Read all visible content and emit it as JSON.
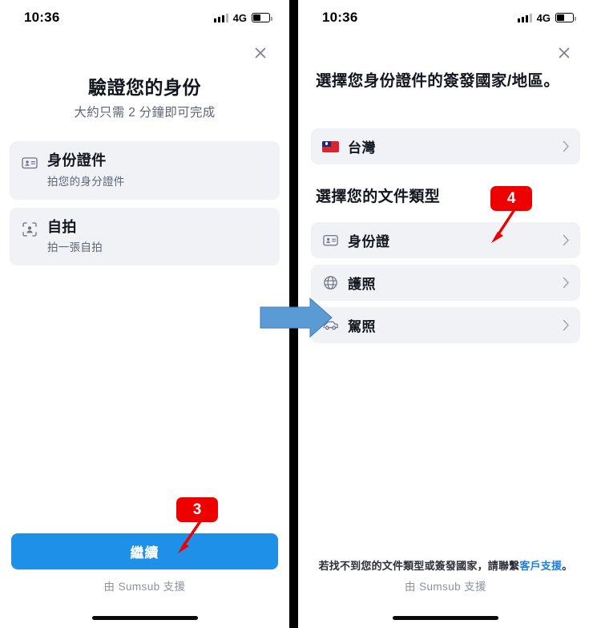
{
  "status_bar": {
    "time": "10:36",
    "network": "4G",
    "signal_icon": "signal-bars-icon",
    "battery_icon": "battery-icon",
    "battery_level_percent": 40
  },
  "colors": {
    "primary_blue": "#1e90e8",
    "link_blue": "#1e7fe0",
    "annotation_red": "#ef0000",
    "row_background": "#f1f2f5",
    "text_dark": "#12161f",
    "text_muted": "#5d6675",
    "arrow_blue": "#5b9bd5"
  },
  "left_screen": {
    "close_icon": "close-icon",
    "title": "驗證您的身份",
    "subtitle": "大約只需 2 分鐘即可完成",
    "options": [
      {
        "icon": "id-card-icon",
        "title": "身份證件",
        "description": "拍您的身分證件"
      },
      {
        "icon": "selfie-face-icon",
        "title": "自拍",
        "description": "拍一張自拍"
      }
    ],
    "cta_label": "繼續",
    "powered_by": "由 Sumsub 支援"
  },
  "right_screen": {
    "close_icon": "close-icon",
    "title": "選擇您身份證件的簽發國家/地區。",
    "country": {
      "flag_icon": "taiwan-flag-icon",
      "label": "台灣"
    },
    "section_label": "選擇您的文件類型",
    "doc_types": [
      {
        "icon": "id-card-icon",
        "label": "身份證"
      },
      {
        "icon": "globe-icon",
        "label": "護照"
      },
      {
        "icon": "car-icon",
        "label": "駕照"
      }
    ],
    "footnote_prefix": "若找不到您的文件類型或簽發國家，請聯繫",
    "footnote_link": "客戶支援",
    "footnote_suffix": "。",
    "powered_by": "由 Sumsub 支援"
  },
  "annotations": {
    "badge_3": "3",
    "badge_4": "4",
    "transition_arrow_icon": "arrow-right-icon"
  }
}
